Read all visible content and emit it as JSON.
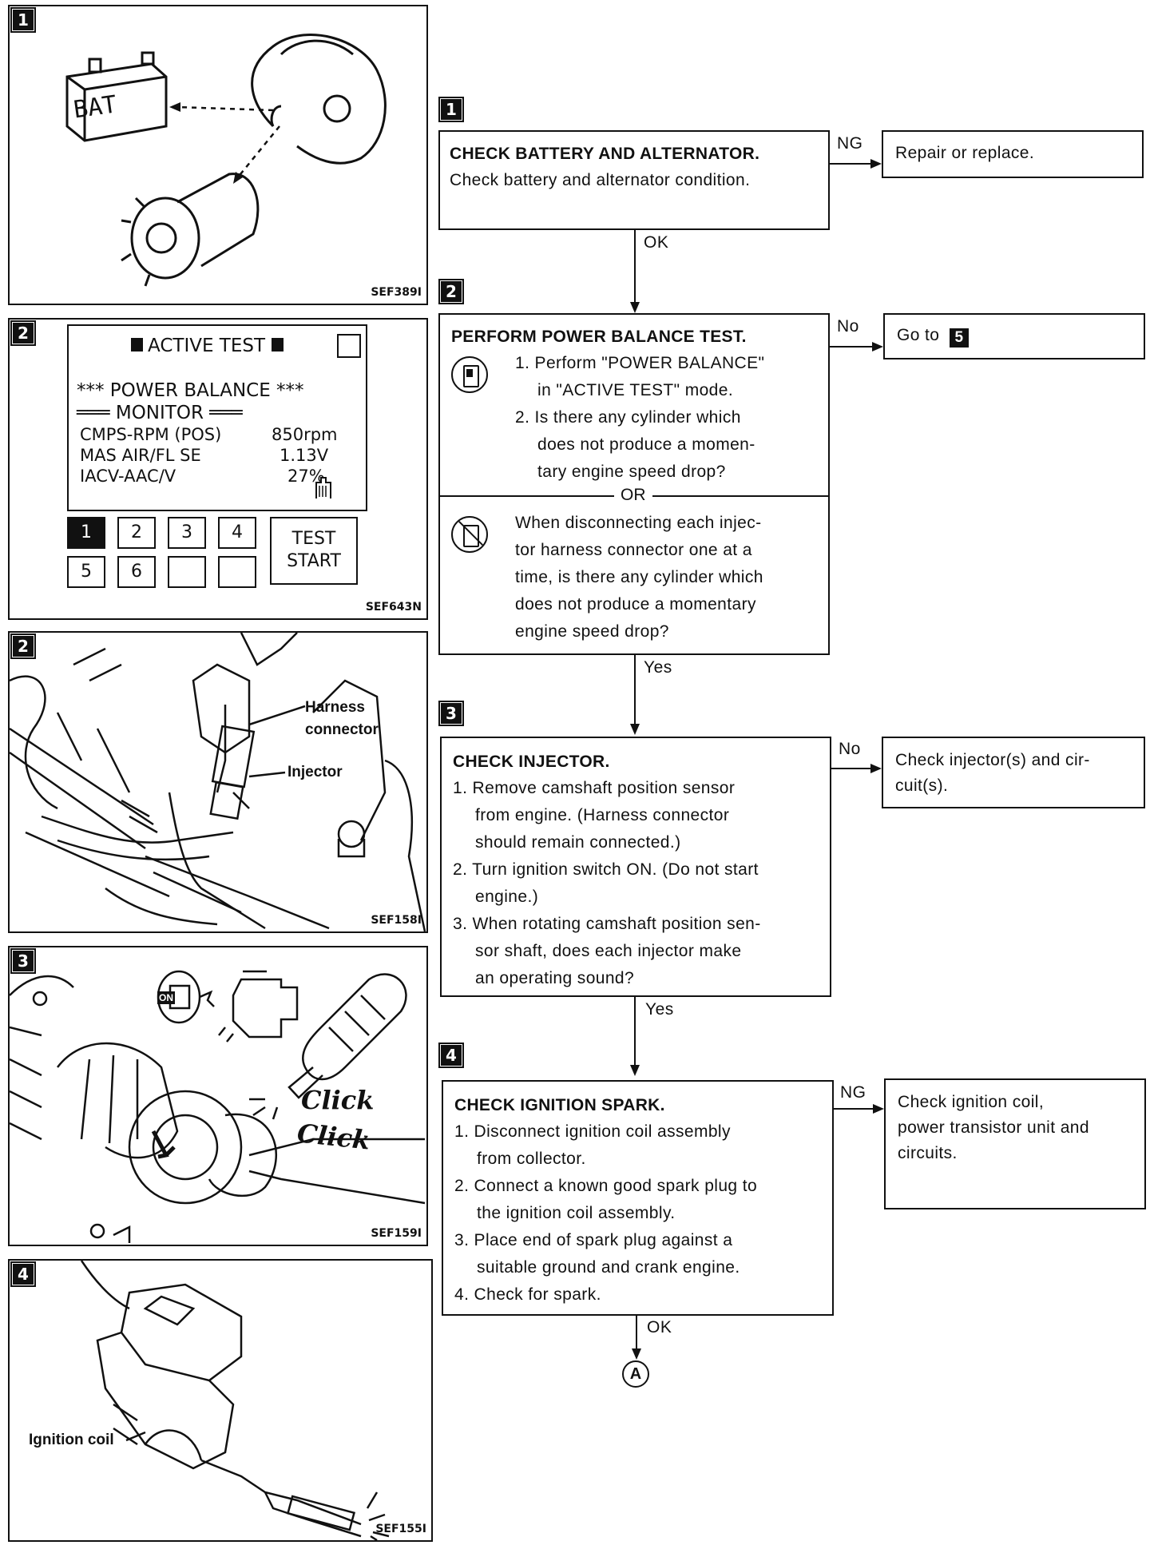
{
  "figures": {
    "f1": {
      "badge": "1",
      "code": "SEF389I",
      "battery_label": "BAT"
    },
    "f2": {
      "badge": "2",
      "code": "SEF643N",
      "header": "ACTIVE TEST",
      "title": "*** POWER BALANCE ***",
      "monitor": "═══ MONITOR ═══",
      "rows": [
        {
          "label": "CMPS-RPM (POS)",
          "value": "850rpm"
        },
        {
          "label": "MAS AIR/FL SE",
          "value": "1.13V"
        },
        {
          "label": "IACV-AAC/V",
          "value": "27%"
        }
      ],
      "keys": [
        "1",
        "2",
        "3",
        "4",
        "5",
        "6"
      ],
      "test_button": "TEST START"
    },
    "f3": {
      "badge": "2",
      "code": "SEF158I",
      "label_harness": "Harness connector",
      "label_injector": "Injector"
    },
    "f4": {
      "badge": "3",
      "code": "SEF159I",
      "click1": "Click",
      "click2": "Click",
      "key_label": "ON"
    },
    "f5": {
      "badge": "4",
      "code": "SEF155I",
      "label_coil": "Ignition coil"
    }
  },
  "flow": {
    "step1": {
      "badge": "1",
      "title": "CHECK BATTERY AND ALTERNATOR.",
      "body": "Check battery and alternator condition.",
      "branch_label": "NG",
      "branch_text": "Repair or replace.",
      "down_label": "OK"
    },
    "step2": {
      "badge": "2",
      "title": "PERFORM POWER BALANCE TEST.",
      "items": [
        "1. Perform \"POWER BALANCE\"",
        "in \"ACTIVE TEST\" mode.",
        "2. Is there any cylinder which",
        "does not produce a momen-",
        "tary engine speed drop?"
      ],
      "or": "OR",
      "alt": [
        "When disconnecting each injec-",
        "tor harness connector one at a",
        "time, is there any cylinder which",
        "does not produce a momentary",
        "engine speed drop?"
      ],
      "branch_label": "No",
      "branch_text": "Go to",
      "branch_ref": "5",
      "down_label": "Yes"
    },
    "step3": {
      "badge": "3",
      "title": "CHECK INJECTOR.",
      "lines": [
        "1. Remove camshaft position sensor",
        "from engine. (Harness connector",
        "should remain connected.)",
        "2. Turn ignition switch ON. (Do not start",
        "engine.)",
        "3. When rotating camshaft position sen-",
        "sor shaft, does each injector make",
        "an operating sound?"
      ],
      "branch_label": "No",
      "branch_text": [
        "Check injector(s) and cir-",
        "cuit(s)."
      ],
      "down_label": "Yes"
    },
    "step4": {
      "badge": "4",
      "title": "CHECK IGNITION SPARK.",
      "lines": [
        "1. Disconnect ignition coil assembly",
        "from collector.",
        "2. Connect a known good spark plug to",
        "the ignition coil assembly.",
        "3. Place end of spark plug against a",
        "suitable ground and crank engine.",
        "4. Check for spark."
      ],
      "branch_label": "NG",
      "branch_text": [
        "Check ignition coil,",
        "power transistor unit and",
        "circuits."
      ],
      "down_label": "OK"
    },
    "connector": "A"
  }
}
